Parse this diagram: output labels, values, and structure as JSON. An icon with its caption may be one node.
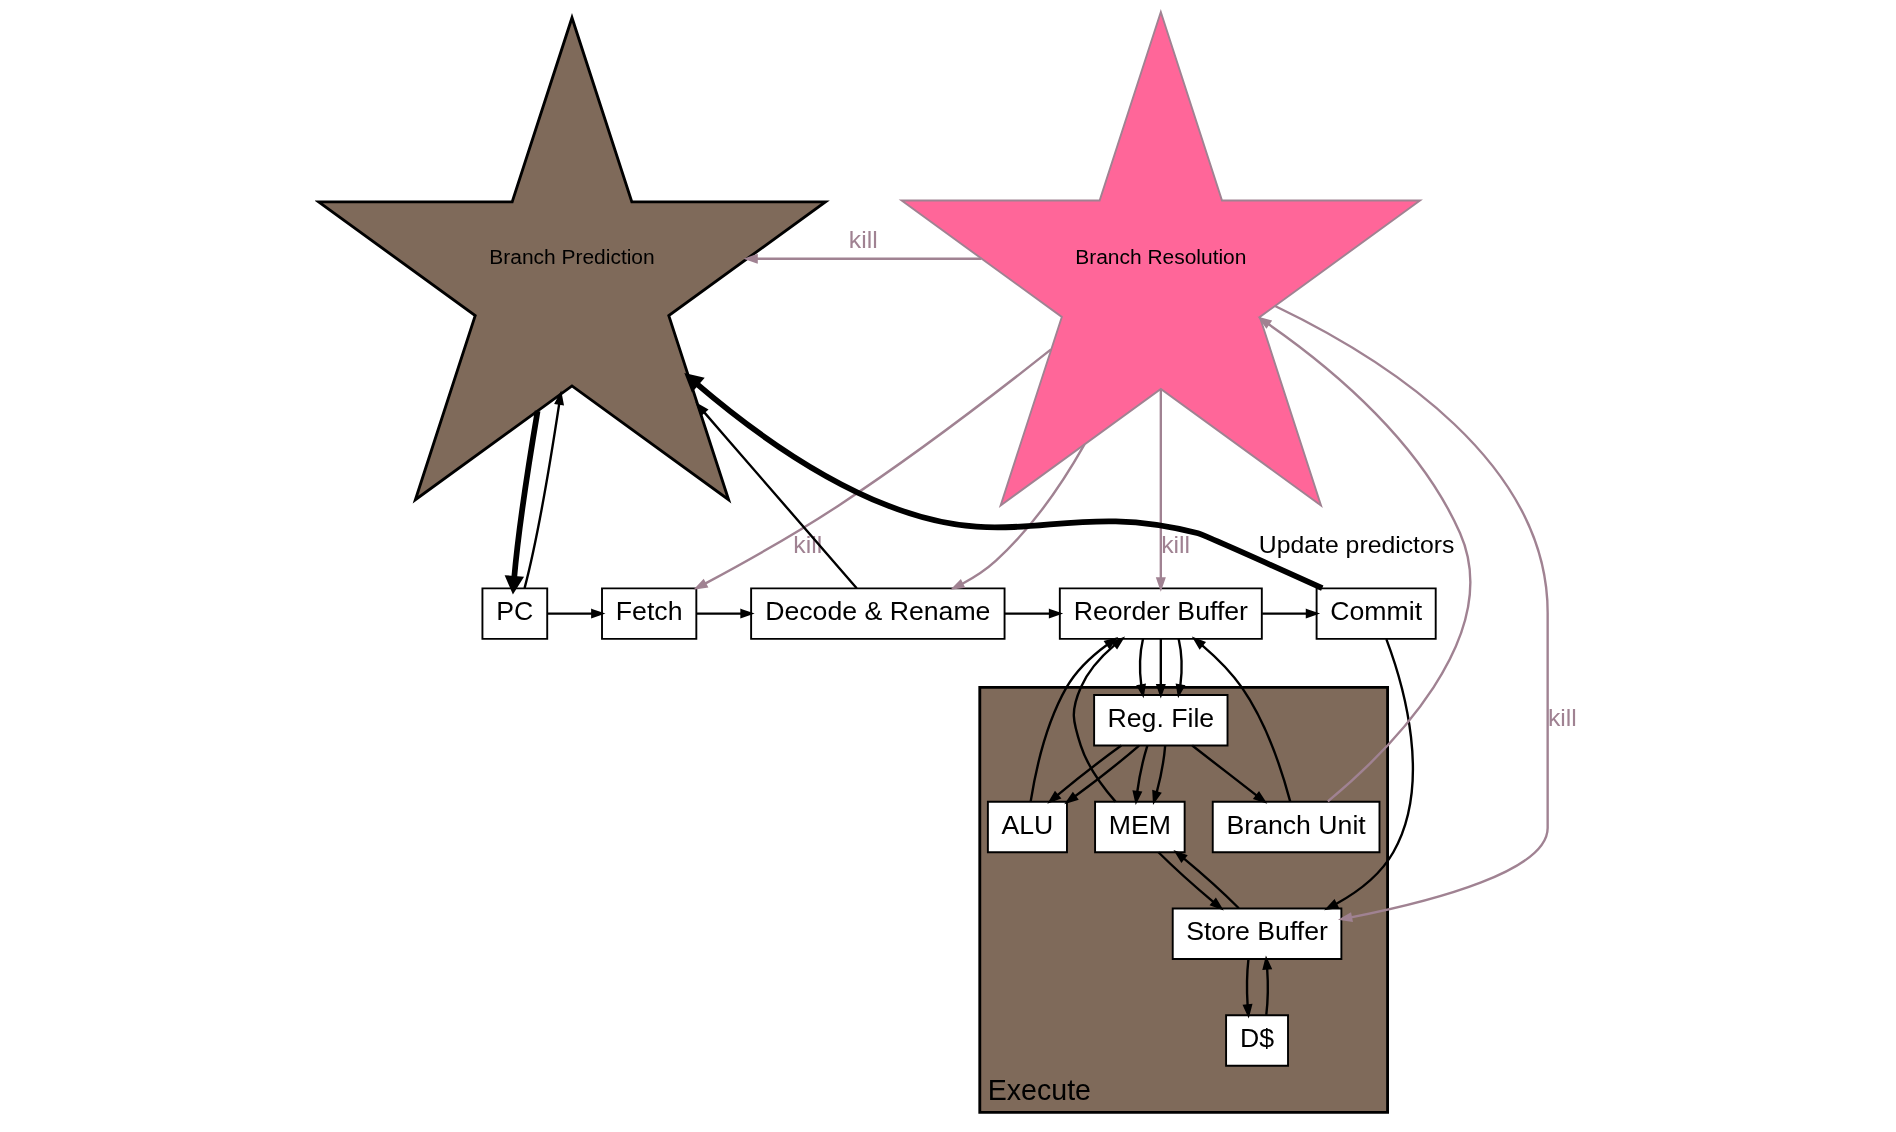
{
  "diagram": {
    "nodes": [
      {
        "text": [
          "Branch Prediction"
        ]
      },
      {
        "text": [
          "Branch Resolution"
        ]
      },
      {
        "text": [
          "PC"
        ]
      },
      {
        "text": [
          "Fetch"
        ]
      },
      {
        "text": [
          "Decode & Rename"
        ]
      },
      {
        "text": [
          "Reorder Buffer"
        ]
      },
      {
        "text": [
          "Commit"
        ]
      },
      {
        "text": [
          "Execute"
        ]
      },
      {
        "text": [
          "Reg. File"
        ],
        "in": 7
      },
      {
        "text": [
          "Branch Unit"
        ],
        "in": 7
      },
      {
        "text": [
          "ALU"
        ],
        "in": 7
      },
      {
        "text": [
          "MEM"
        ],
        "in": 7
      },
      {
        "text": [
          "Store Buffer"
        ],
        "in": 7
      },
      {
        "text": [
          "D$"
        ],
        "in": 7
      }
    ],
    "edges": [
      {
        "from": 6,
        "to": 0,
        "arrow": "to",
        "style": "thick",
        "label": "Update predictors"
      },
      {
        "from": 0,
        "to": 2,
        "arrow": "to",
        "style": "thick"
      },
      {
        "from": 2,
        "to": 3,
        "arrow": "to"
      },
      {
        "from": 2,
        "to": 0,
        "arrow": "to"
      },
      {
        "from": 3,
        "to": 4,
        "arrow": "to"
      },
      {
        "from": 4,
        "to": 0,
        "arrow": "to"
      },
      {
        "from": 4,
        "to": 5,
        "arrow": "to"
      },
      {
        "from": 5,
        "to": 6,
        "arrow": "to"
      },
      {
        "from": 1,
        "to": 0,
        "arrow": "to",
        "color": "#a08292",
        "label": "kill"
      },
      {
        "from": 1,
        "to": 3,
        "arrow": "to",
        "color": "#a08292",
        "label": "kill"
      },
      {
        "from": 1,
        "to": 4,
        "arrow": "to",
        "color": "#a08292"
      },
      {
        "from": 1,
        "to": 5,
        "arrow": "to",
        "color": "#a08292",
        "label": "kill"
      },
      {
        "from": 1,
        "to": 12,
        "arrow": "to",
        "color": "#a08292",
        "label": "kill"
      },
      {
        "from": 9,
        "to": 1,
        "arrow": "to",
        "color": "#a08292"
      },
      {
        "from": 5,
        "to": 8,
        "arrow": "to"
      },
      {
        "from": 5,
        "to": 8,
        "arrow": "to"
      },
      {
        "from": 5,
        "to": 8,
        "arrow": "to"
      },
      {
        "from": 8,
        "to": 9,
        "arrow": "to"
      },
      {
        "from": 9,
        "to": 5,
        "arrow": "to"
      },
      {
        "from": 8,
        "to": 10,
        "arrow": "to"
      },
      {
        "from": 8,
        "to": 10,
        "arrow": "to"
      },
      {
        "from": 10,
        "to": 5,
        "arrow": "to"
      },
      {
        "from": 8,
        "to": 11,
        "arrow": "to"
      },
      {
        "from": 8,
        "to": 11,
        "arrow": "to"
      },
      {
        "from": 11,
        "to": 5,
        "arrow": "to"
      },
      {
        "from": 11,
        "to": 12,
        "arrow": "to"
      },
      {
        "from": 12,
        "to": 11,
        "arrow": "to"
      },
      {
        "from": 12,
        "to": 13,
        "arrow": "to"
      },
      {
        "from": 13,
        "to": 12,
        "arrow": "to"
      },
      {
        "from": 6,
        "to": 12,
        "arrow": "to"
      }
    ]
  }
}
